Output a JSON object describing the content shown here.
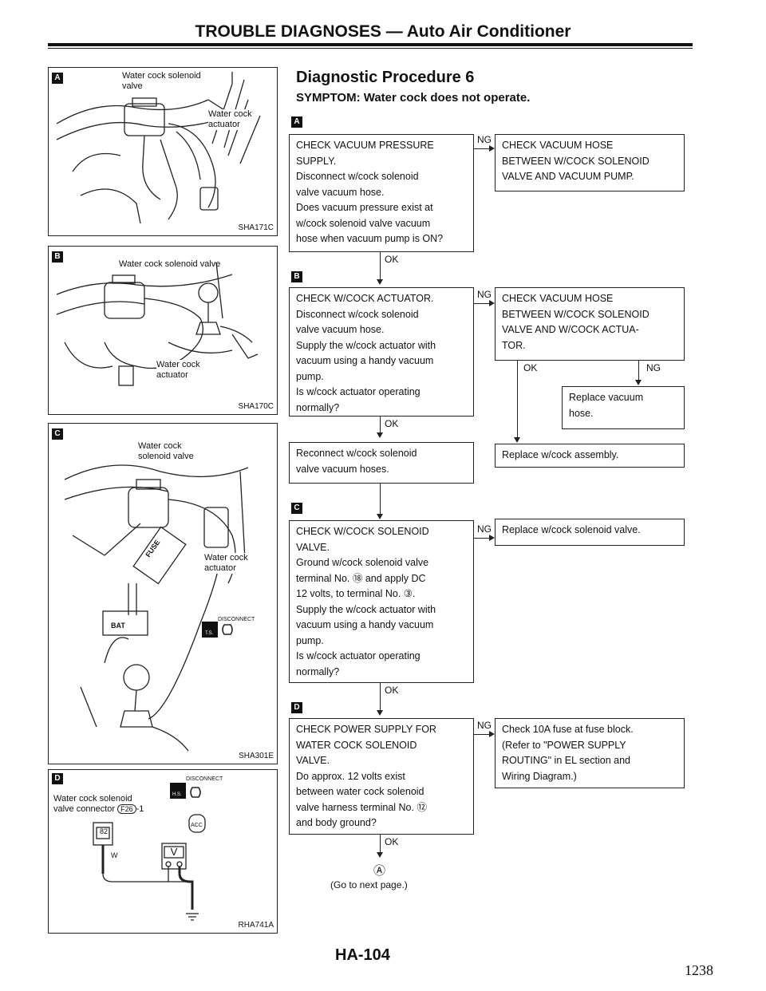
{
  "header": {
    "title": "TROUBLE DIAGNOSES — Auto Air Conditioner"
  },
  "section": {
    "title": "Diagnostic Procedure 6",
    "symptom": "SYMPTOM: Water cock does not operate."
  },
  "figures": {
    "a": {
      "badge": "A",
      "label1": "Water cock solenoid\nvalve",
      "label2": "Water cock\nactuator",
      "code": "SHA171C"
    },
    "b": {
      "badge": "B",
      "label1": "Water cock solenoid valve",
      "label2": "Water cock\nactuator",
      "code": "SHA170C"
    },
    "c": {
      "badge": "C",
      "label1": "Water cock\nsolenoid valve",
      "label2": "Water cock\nactuator",
      "disconnect": "DISCONNECT",
      "code": "SHA301E",
      "fuse": "FUSE",
      "bat": "BAT",
      "ts": "T.S."
    },
    "d": {
      "badge": "D",
      "label1": "Water cock solenoid\nvalve connector",
      "connector": "F26",
      "connector_suffix": "-1",
      "disconnect": "DISCONNECT",
      "terminal": "82",
      "wire": "W",
      "meter": "V",
      "hs": "H.S.",
      "acc": "ACC",
      "code": "RHA741A"
    }
  },
  "flow": {
    "step_a_badge": "A",
    "step_b_badge": "B",
    "step_c_badge": "C",
    "step_d_badge": "D",
    "box1": "CHECK VACUUM PRESSURE\nSUPPLY.\nDisconnect w/cock solenoid\nvalve vacuum hose.\nDoes vacuum pressure exist at\nw/cock solenoid valve vacuum\nhose when vacuum pump is ON?",
    "box1_ng": "CHECK VACUUM HOSE\nBETWEEN W/COCK SOLENOID\nVALVE AND VACUUM PUMP.",
    "box2": "CHECK W/COCK ACTUATOR.\nDisconnect w/cock solenoid\nvalve vacuum hose.\nSupply the w/cock actuator with\nvacuum using a handy vacuum\npump.\nIs w/cock actuator operating\nnormally?",
    "box2_ng": "CHECK VACUUM HOSE\nBETWEEN W/COCK SOLENOID\nVALVE AND W/COCK ACTUA-\nTOR.",
    "replace_hose": "Replace vacuum\nhose.",
    "replace_assembly": "Replace w/cock assembly.",
    "reconnect": "Reconnect w/cock solenoid\nvalve vacuum hoses.",
    "box3": "CHECK W/COCK SOLENOID\nVALVE.\nGround w/cock solenoid valve\nterminal No. ⑱ and apply DC\n12 volts, to terminal No. ③.\nSupply the w/cock actuator with\nvacuum using a handy vacuum\npump.\nIs w/cock actuator operating\nnormally?",
    "box3_ng": "Replace w/cock solenoid valve.",
    "box4": "CHECK POWER SUPPLY FOR\nWATER COCK SOLENOID\nVALVE.\nDo approx. 12 volts exist\nbetween water cock solenoid\nvalve harness terminal No. ⑫\nand body ground?",
    "box4_ng": "Check 10A fuse at fuse block.\n(Refer to \"POWER SUPPLY\nROUTING\" in EL section and\nWiring Diagram.)",
    "ok": "OK",
    "ng": "NG",
    "next_marker": "Ⓐ",
    "next_text": "(Go to next page.)"
  },
  "footer": {
    "page_code": "HA-104",
    "page_number": "1238"
  }
}
